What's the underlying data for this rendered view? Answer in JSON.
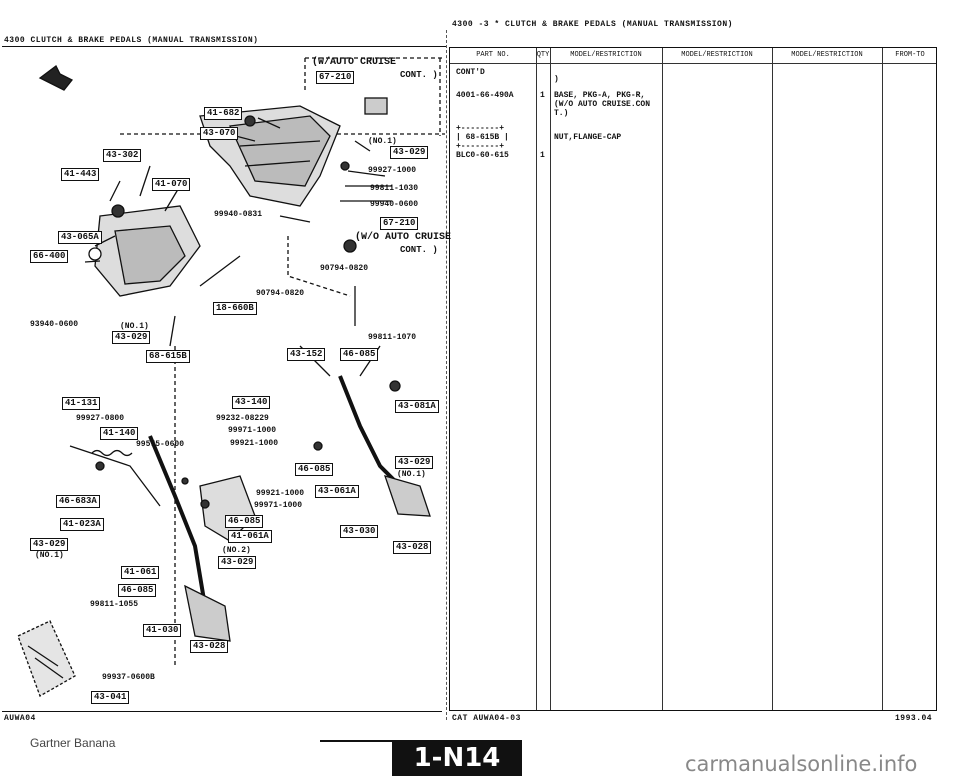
{
  "header": {
    "left_title": "4300   CLUTCH & BRAKE PEDALS (MANUAL TRANSMISSION)",
    "right_title": "4300  -3 *  CLUTCH & BRAKE PEDALS (MANUAL TRANSMISSION)"
  },
  "diagram": {
    "cruise_label_top": "(W/AUTO CRUISE",
    "cruise_label_top_suffix": "CONT. )",
    "cruise_label_mid": "(W/O AUTO CRUISE",
    "cruise_label_mid_suffix": "CONT. )",
    "boxed_codes": {
      "b67210a": "67-210",
      "b41682": "41-682",
      "b43070": "43-070",
      "b43029a": "43-029",
      "b43302": "43-302",
      "b41443": "41-443",
      "b41070": "41-070",
      "b67210b": "67-210",
      "b43065": "43-065A",
      "b66400": "66-400",
      "b18660": "18-660B",
      "b43029b": "43-029",
      "b68615": "68-615B",
      "b43152": "43-152",
      "b46085a": "46-085",
      "b41131": "41-131",
      "b43140": "43-140",
      "b43081": "43-081A",
      "b41140": "41-140",
      "b46085b": "46-085",
      "b43029c": "43-029",
      "b46683": "46-683A",
      "b43061a": "43-061A",
      "b41023": "41-023A",
      "b46085c": "46-085",
      "b43029d": "43-029",
      "b41061": "41-061A",
      "b43030a": "43-030",
      "b43029e": "43-029",
      "b43028a": "43-028",
      "b41061b": "41-061",
      "b46085d": "46-085",
      "b41030": "41-030",
      "b43028b": "43-028",
      "b43041": "43-041"
    },
    "part_numbers": {
      "p1": "99927-1000",
      "p2": "99811-1030",
      "p3": "99940-0600",
      "p4": "99940-0831",
      "p5": "90794-0820",
      "p6": "90794-0820",
      "p7": "93940-0600",
      "p8": "99811-1070",
      "p9": "99927-0800",
      "p10": "99232-08229",
      "p11": "99971-1000",
      "p12": "99921-1000",
      "p13": "99575-0600",
      "p14": "99921-1000",
      "p15": "99971-1000",
      "p16": "99811-1055",
      "p17": "99937-0600B"
    },
    "no_labels": {
      "n1": "(NO.1)",
      "n2": "(NO.1)",
      "n3": "(NO.1)",
      "n4": "(NO.1)",
      "n5": "(NO.2)"
    },
    "footer_code": "AUWA04"
  },
  "table": {
    "headers": [
      "PART NO.",
      "QTY",
      "MODEL/RESTRICTION",
      "MODEL/RESTRICTION",
      "MODEL/RESTRICTION",
      "FROM-TO"
    ],
    "rows": [
      {
        "part": "CONT'D",
        "qty": "",
        "desc": ")"
      },
      {
        "part": "4001-66-490A",
        "qty": "1",
        "desc": "BASE, PKG-A, PKG-R,",
        "desc2": "(W/O AUTO CRUISE.CON",
        "desc3": "T.)"
      },
      {
        "part": "+--------+",
        "qty": "",
        "desc": ""
      },
      {
        "part": "| 68-615B |",
        "qty": "",
        "desc": "NUT,FLANGE-CAP"
      },
      {
        "part": "+--------+",
        "qty": "",
        "desc": ""
      },
      {
        "part": "BLC0-60-615",
        "qty": "1",
        "desc": ""
      }
    ],
    "footer_left": "CAT  AUWA04-03",
    "footer_right": "1993.04"
  },
  "page_badge": "1-N14",
  "watermark_left": "Gartner Banana",
  "watermark_right": "carmanualsonline.info"
}
